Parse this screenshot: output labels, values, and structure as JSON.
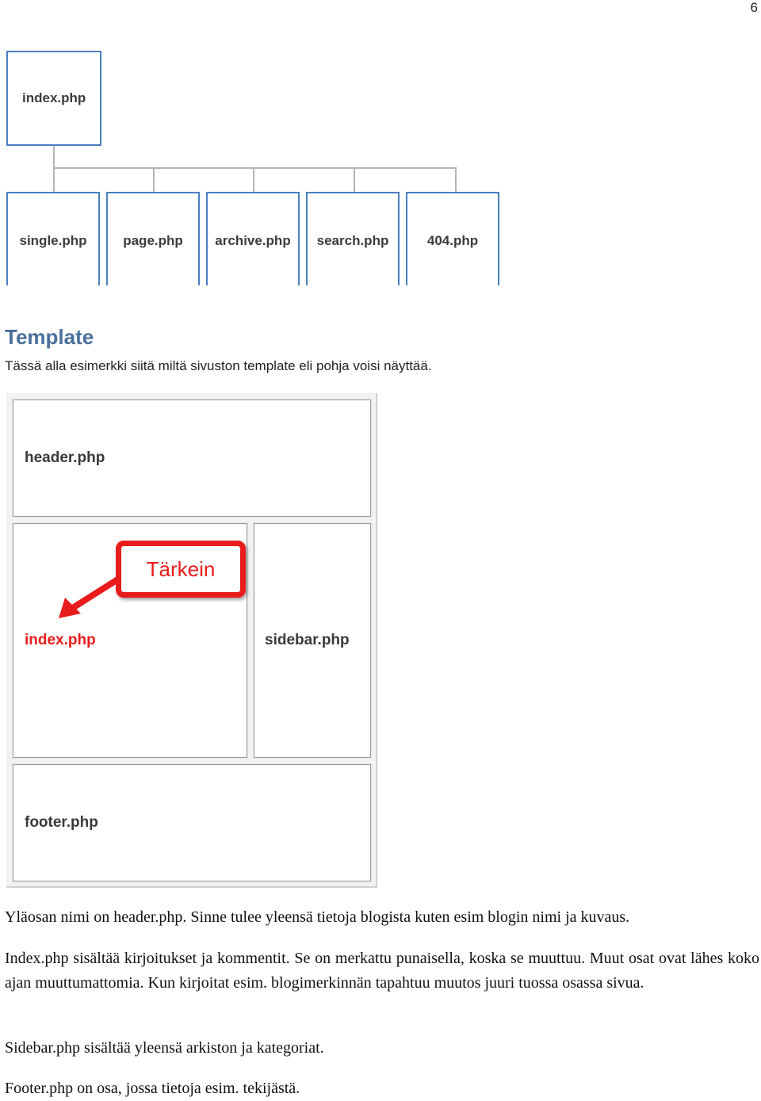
{
  "page_number": "6",
  "hierarchy": {
    "root": "index.php",
    "children": [
      "single.php",
      "page.php",
      "archive.php",
      "search.php",
      "404.php"
    ]
  },
  "section": {
    "heading": "Template",
    "intro": "Tässä alla esimerkki siitä miltä sivuston template eli pohja voisi näyttää."
  },
  "template_diagram": {
    "header": "header.php",
    "index": "index.php",
    "sidebar": "sidebar.php",
    "footer": "footer.php",
    "callout": "Tärkein",
    "accent_color": "#e81c1c"
  },
  "paragraphs": [
    "Yläosan nimi on header.php. Sinne tulee yleensä tietoja blogista kuten esim blogin nimi ja kuvaus.",
    "Index.php sisältää kirjoitukset ja kommentit. Se on merkattu punaisella, koska se muuttuu. Muut osat ovat lähes koko ajan muuttumattomia. Kun kirjoitat esim. blogimerkinnän tapahtuu muutos juuri tuossa osassa sivua.",
    "Sidebar.php sisältää yleensä arkiston ja kategoriat.",
    "Footer.php on osa, jossa tietoja esim. tekijästä."
  ]
}
